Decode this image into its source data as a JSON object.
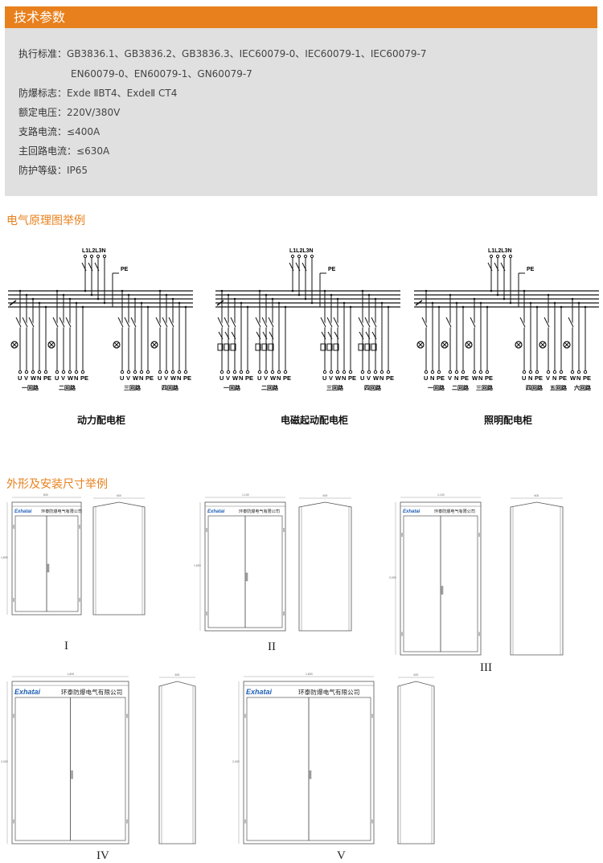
{
  "tech": {
    "title": "技术参数",
    "rows": [
      {
        "label": "执行标准：",
        "value": "GB3836.1、GB3836.2、GB3836.3、IEC60079-0、IEC60079-1、IEC60079-7"
      },
      {
        "label": "",
        "value": "EN60079-0、EN60079-1、GN60079-7"
      },
      {
        "label": "防爆标志：",
        "value": "Exde ⅡBT4、ExdeⅡ CT4"
      },
      {
        "label": "额定电压：",
        "value": "220V/380V"
      },
      {
        "label": "支路电流：",
        "value": "≤400A"
      },
      {
        "label": "主回路电流：",
        "value": "≤630A"
      },
      {
        "label": "防护等级：",
        "value": "IP65"
      }
    ]
  },
  "schematic": {
    "title": "电气原理图举例",
    "incoming_label": "L1L2L3N",
    "pe_label": "PE",
    "diagrams": [
      {
        "caption": "动力配电柜",
        "type": "power",
        "circuits": [
          {
            "name": "一回路",
            "terminals": [
              "U",
              "V",
              "W",
              "N",
              "PE"
            ]
          },
          {
            "name": "二回路",
            "terminals": [
              "U",
              "V",
              "W",
              "N",
              "PE"
            ]
          },
          {
            "name": "三回路",
            "terminals": [
              "U",
              "V",
              "W",
              "N",
              "PE"
            ]
          },
          {
            "name": "四回路",
            "terminals": [
              "U",
              "V",
              "W",
              "N",
              "PE"
            ]
          }
        ]
      },
      {
        "caption": "电磁起动配电柜",
        "type": "starter",
        "circuits": [
          {
            "name": "一回路",
            "terminals": [
              "U",
              "V",
              "W",
              "N",
              "PE"
            ]
          },
          {
            "name": "二回路",
            "terminals": [
              "U",
              "V",
              "W",
              "N",
              "PE"
            ]
          },
          {
            "name": "三回路",
            "terminals": [
              "U",
              "V",
              "W",
              "N",
              "PE"
            ]
          },
          {
            "name": "四回路",
            "terminals": [
              "U",
              "V",
              "W",
              "N",
              "PE"
            ]
          }
        ]
      },
      {
        "caption": "照明配电柜",
        "type": "lighting",
        "circuits": [
          {
            "name": "一回路",
            "terminals": [
              "U",
              "N",
              "PE"
            ]
          },
          {
            "name": "二回路",
            "terminals": [
              "V",
              "N",
              "PE"
            ]
          },
          {
            "name": "三回路",
            "terminals": [
              "W",
              "N",
              "PE"
            ]
          },
          {
            "name": "四回路",
            "terminals": [
              "U",
              "N",
              "PE"
            ]
          },
          {
            "name": "五回路",
            "terminals": [
              "V",
              "N",
              "PE"
            ]
          },
          {
            "name": "六回路",
            "terminals": [
              "W",
              "N",
              "PE"
            ]
          }
        ]
      }
    ]
  },
  "dimensions": {
    "title": "外形及安装尺寸举例",
    "brand": "Exhatai",
    "company": "环泰防爆电气有限公司",
    "cabinets": [
      {
        "label": "I",
        "width": "800",
        "height": "1,800",
        "depth": "600"
      },
      {
        "label": "II",
        "width": "1,100",
        "height": "1,800",
        "depth": "600"
      },
      {
        "label": "III",
        "width": "1,100",
        "height": "2,000",
        "depth": "600"
      },
      {
        "label": "IV",
        "width": "1,600",
        "height": "2,000",
        "depth": "600"
      },
      {
        "label": "V",
        "width": "1,800",
        "height": "2,000",
        "depth": "600"
      }
    ]
  },
  "colors": {
    "accent": "#e8801d",
    "panel": "#e0e0e0",
    "brand": "#1f5fb4"
  }
}
